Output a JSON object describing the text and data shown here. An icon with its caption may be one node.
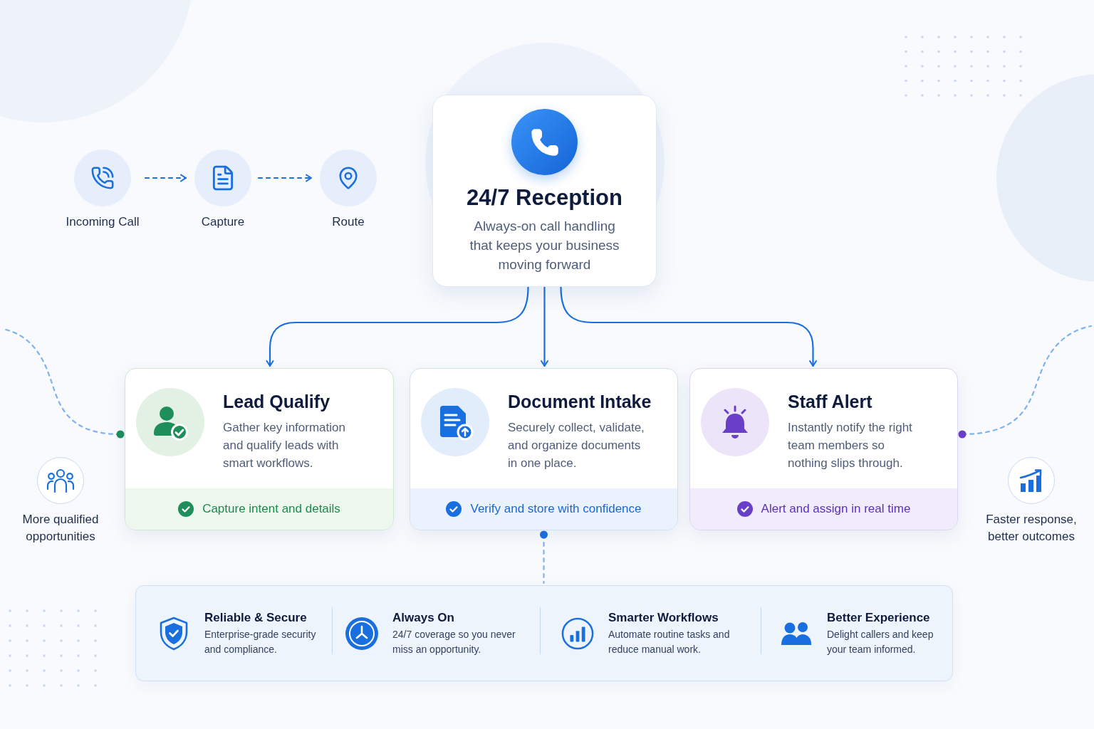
{
  "diagram": {
    "nodes": [
      {
        "text": [
          "Incoming Call"
        ]
      },
      {
        "text": [
          "Capture"
        ]
      },
      {
        "text": [
          "Route"
        ]
      },
      {
        "text": [
          "24/7 Reception",
          "Always-on call handling that keeps your business moving forward"
        ]
      },
      {
        "text": [
          "Lead Qualify",
          "Gather key information and qualify leads with smart workflows.",
          "Capture intent and details"
        ]
      },
      {
        "text": [
          "Document Intake",
          "Securely collect, validate, and organize documents in one place.",
          "Verify and store with confidence"
        ]
      },
      {
        "text": [
          "Staff Alert",
          "Instantly notify the right team members so nothing slips through.",
          "Alert and assign in real time"
        ]
      },
      {
        "text": [],
        "shape": "box"
      },
      {
        "text": [
          "Reliable & Secure",
          "Enterprise-grade security and compliance."
        ],
        "in": 7
      },
      {
        "text": [
          "Always On",
          "24/7 coverage so you never miss an opportunity."
        ],
        "in": 7
      },
      {
        "text": [
          "Smarter Workflows",
          "Automate routine tasks and reduce manual work."
        ],
        "in": 7
      },
      {
        "text": [
          "Better Experience",
          "Delight callers and keep your team informed."
        ],
        "in": 7
      },
      {
        "text": [
          "More qualified opportunities"
        ]
      },
      {
        "text": [
          "Faster response, better outcomes"
        ]
      }
    ],
    "edges": [
      {
        "from": 0,
        "to": 1,
        "arrow": "to",
        "style": "dashed"
      },
      {
        "from": 1,
        "to": 2,
        "arrow": "to",
        "style": "dashed"
      },
      {
        "from": 3,
        "to": 4,
        "arrow": "to"
      },
      {
        "from": 3,
        "to": 5,
        "arrow": "to"
      },
      {
        "from": 3,
        "to": 6,
        "arrow": "to"
      },
      {
        "from": 4,
        "to": null,
        "arrow": "other",
        "style": "dashed",
        "color": "#7fb2f0"
      },
      {
        "from": 6,
        "to": null,
        "arrow": "other",
        "style": "dashed",
        "color": "#7fb2f0"
      },
      {
        "from": 5,
        "to": 7,
        "arrow": "other",
        "style": "dashed",
        "color": "#7fb2f0"
      }
    ]
  }
}
